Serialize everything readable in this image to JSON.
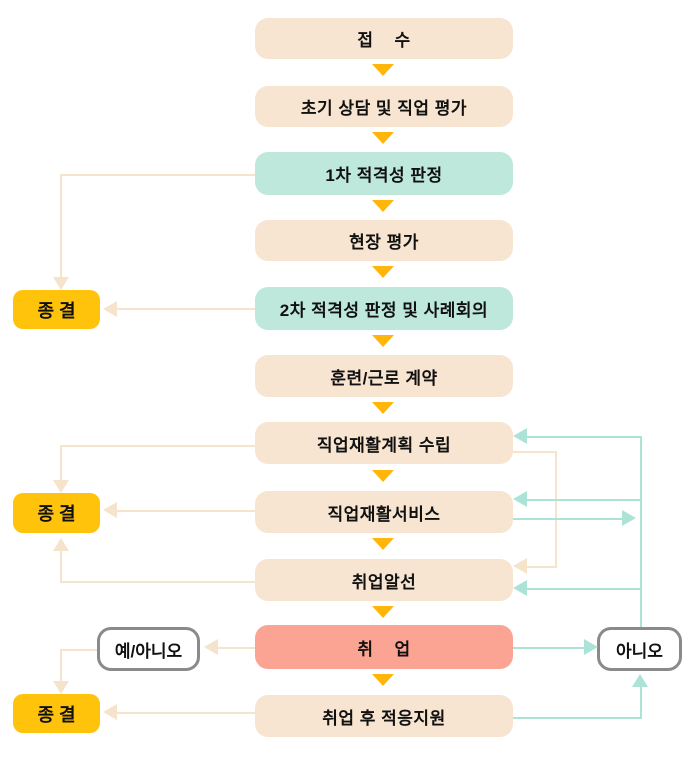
{
  "flow": {
    "steps": [
      {
        "label": "접    수",
        "type": "default"
      },
      {
        "label": "초기 상담 및 직업 평가",
        "type": "default"
      },
      {
        "label": "1차 적격성 판정",
        "type": "highlight"
      },
      {
        "label": "현장 평가",
        "type": "default"
      },
      {
        "label": "2차 적격성 판정 및 사례회의",
        "type": "highlight"
      },
      {
        "label": "훈련/근로 계약",
        "type": "default"
      },
      {
        "label": "직업재활계획 수립",
        "type": "default"
      },
      {
        "label": "직업재활서비스",
        "type": "default"
      },
      {
        "label": "취업알선",
        "type": "default"
      },
      {
        "label": "취    업",
        "type": "employment"
      },
      {
        "label": "취업 후 적응지원",
        "type": "default"
      }
    ],
    "termination_label": "종 결",
    "decision_left_label": "예/아니오",
    "decision_right_label": "아니오"
  },
  "colors": {
    "step_default": "#F8E5D1",
    "step_highlight": "#BEE8DC",
    "step_employment": "#FCA494",
    "termination": "#FFC30B",
    "flow_arrow": "#FFB50A",
    "connector_beige": "#F6E3CC",
    "connector_teal": "#ACE3D6",
    "decision_border": "#8A8A8A"
  }
}
